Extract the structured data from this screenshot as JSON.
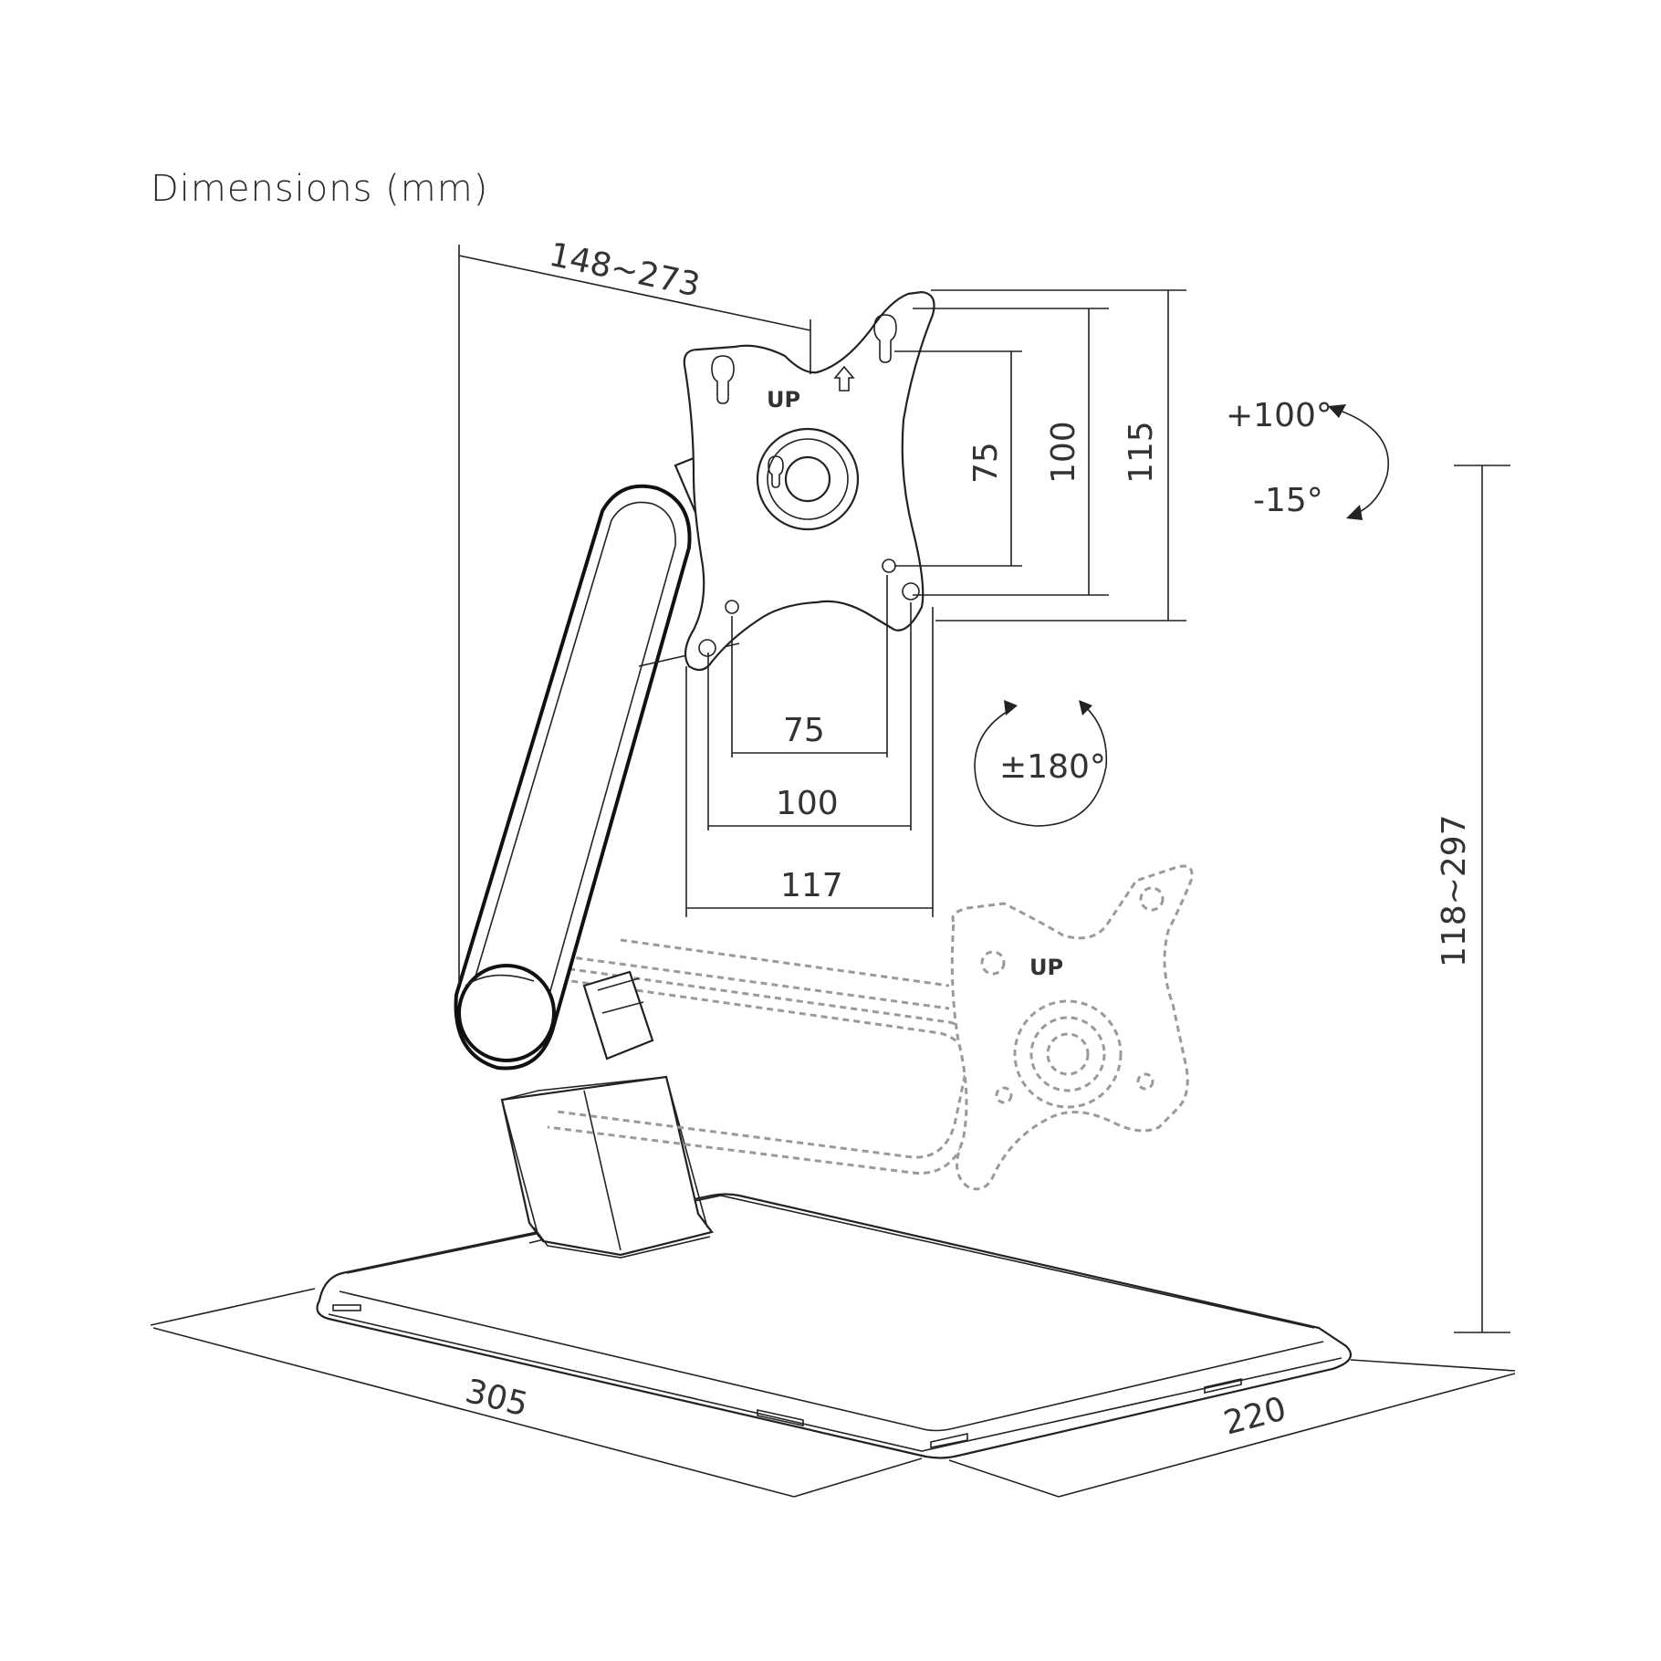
{
  "title": "Dimensions (mm)",
  "dimensions": {
    "arm_reach": "148~273",
    "vesa_v_small": "75",
    "vesa_v_medium": "100",
    "vesa_v_plate": "115",
    "vesa_h_small": "75",
    "vesa_h_medium": "100",
    "vesa_h_plate": "117",
    "height_range": "118~297",
    "base_width": "305",
    "base_depth": "220"
  },
  "angles": {
    "tilt_up": "+100°",
    "tilt_down": "-15°",
    "rotation": "±180°"
  },
  "plate_marks": {
    "up_label": "UP",
    "up_label_ghost": "UP"
  }
}
